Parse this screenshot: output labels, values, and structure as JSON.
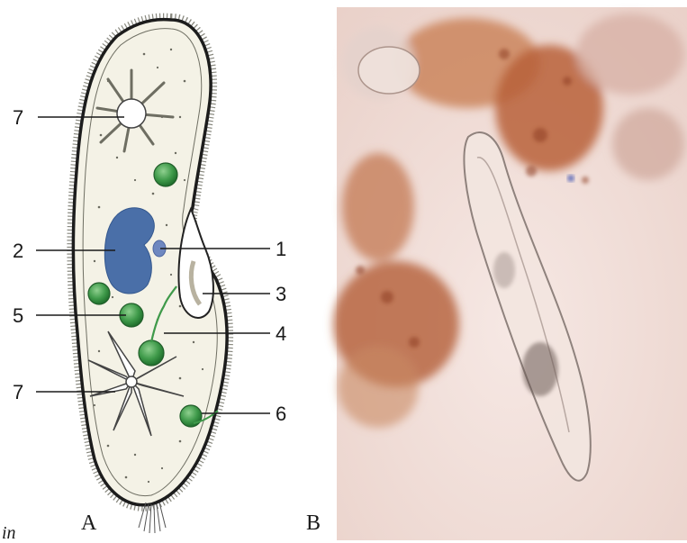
{
  "diagram": {
    "panel_a_label": "A",
    "panel_b_label": "B",
    "corner_text": "in",
    "callouts": [
      "7",
      "2",
      "5",
      "7",
      "1",
      "3",
      "4",
      "6"
    ]
  },
  "colors": {
    "cell_fill": "#f4f2e6",
    "membrane": "#1c1c1c",
    "macronucleus": "#4a6fa8",
    "micronucleus": "#6f88c0",
    "food_vacuole_green": "#3f9a4a",
    "photo_background": "#f0dcd6",
    "photo_debris": "#b9623a"
  }
}
